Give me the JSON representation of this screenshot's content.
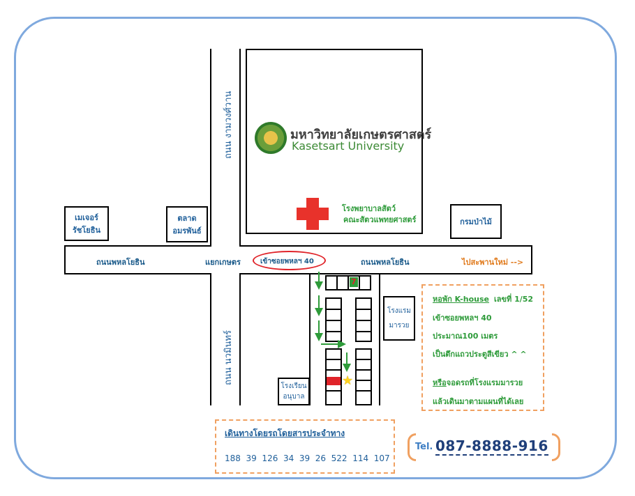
{
  "university": {
    "name_thai": "มหาวิทยาลัยเกษตรศาสตร์",
    "name_en": "Kasetsart University"
  },
  "roads": {
    "ngamwongwan": "ถนน งามวงศ์วาน",
    "nawamin": "ถนน นวมินทร์",
    "phahonyothin_left": "ถนนพหลโยธิน",
    "phahonyothin_right": "ถนนพหลโยธิน",
    "kaset_intersection": "แยกเกษตร",
    "soi_entrance": "เข้าซอยพหลฯ 40",
    "to_saphan_mai": "ไปสะพานใหม่ -->"
  },
  "places": {
    "major": [
      "เมเจอร์",
      "รัชโยธิน"
    ],
    "market": [
      "ตลาด",
      "อมรพันธ์"
    ],
    "hospital": [
      "โรงพยาบาลสัตว์",
      "คณะสัตวแพทยศาสตร์"
    ],
    "forest_dept": "กรมป่าไม้",
    "hotel": [
      "โรงแรม",
      "มารวย"
    ],
    "school": [
      "โรงเรียน",
      "อนุบาล"
    ],
    "seven_eleven": "7"
  },
  "info": {
    "title": "หอพัก K-house",
    "number": "เลขที่ 1/52",
    "line1": "เข้าซอยพหลฯ 40",
    "line2": "ประมาณ100 เมตร",
    "line3": "เป็นตึกแถวประตูสีเขียว ^ ^",
    "line4_prefix": "หรือ",
    "line4_rest": "จอดรถที่โรงแรมมารวย",
    "line5": "แล้วเดินมาตามแผนที่ได้เลย"
  },
  "bus": {
    "title": "เดินทางโดยรถโดยสารประจำทาง",
    "routes": "188  39  126  34  39  26  522  114  107"
  },
  "contact": {
    "tel_label": "Tel.",
    "phone": "087-8888-916"
  },
  "colors": {
    "frame": "#7fa9de",
    "road_label": "#1f5f9a",
    "green_text": "#2e9b3a",
    "orange": "#e07a1c",
    "cross": "#e8322b",
    "star": "#ffd21f"
  }
}
